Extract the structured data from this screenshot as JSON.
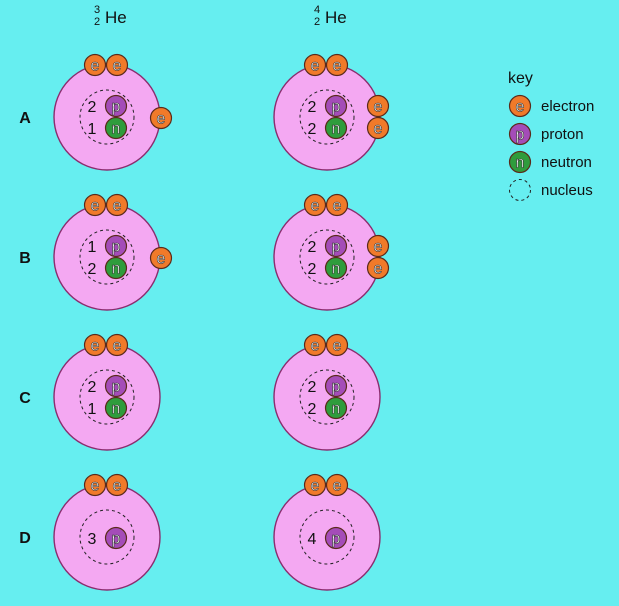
{
  "colors": {
    "background": "#66eef0",
    "atom_fill": "#f4a8f2",
    "atom_stroke": "#8a2c6e",
    "electron": "#f07a2a",
    "proton": "#a44cb8",
    "neutron": "#2f9c3c",
    "particle_stroke": "#5a2a1a",
    "text": "#111111"
  },
  "columns": [
    {
      "mass_number": "3",
      "atomic_number": "2",
      "symbol": "He"
    },
    {
      "mass_number": "4",
      "atomic_number": "2",
      "symbol": "He"
    }
  ],
  "rows": [
    {
      "label": "A",
      "atoms": [
        {
          "electrons": 3,
          "protons": "2",
          "neutrons": "1"
        },
        {
          "electrons": 4,
          "protons": "2",
          "neutrons": "2"
        }
      ]
    },
    {
      "label": "B",
      "atoms": [
        {
          "electrons": 3,
          "protons": "1",
          "neutrons": "2"
        },
        {
          "electrons": 4,
          "protons": "2",
          "neutrons": "2"
        }
      ]
    },
    {
      "label": "C",
      "atoms": [
        {
          "electrons": 2,
          "protons": "2",
          "neutrons": "1"
        },
        {
          "electrons": 2,
          "protons": "2",
          "neutrons": "2"
        }
      ]
    },
    {
      "label": "D",
      "atoms": [
        {
          "electrons": 2,
          "protons": "3",
          "neutrons": null
        },
        {
          "electrons": 2,
          "protons": "4",
          "neutrons": null
        }
      ]
    }
  ],
  "key": {
    "title": "key",
    "items": [
      {
        "symbol": "e",
        "label": "electron",
        "kind": "electron"
      },
      {
        "symbol": "p",
        "label": "proton",
        "kind": "proton"
      },
      {
        "symbol": "n",
        "label": "neutron",
        "kind": "neutron"
      },
      {
        "symbol": "",
        "label": "nucleus",
        "kind": "nucleus"
      }
    ]
  }
}
